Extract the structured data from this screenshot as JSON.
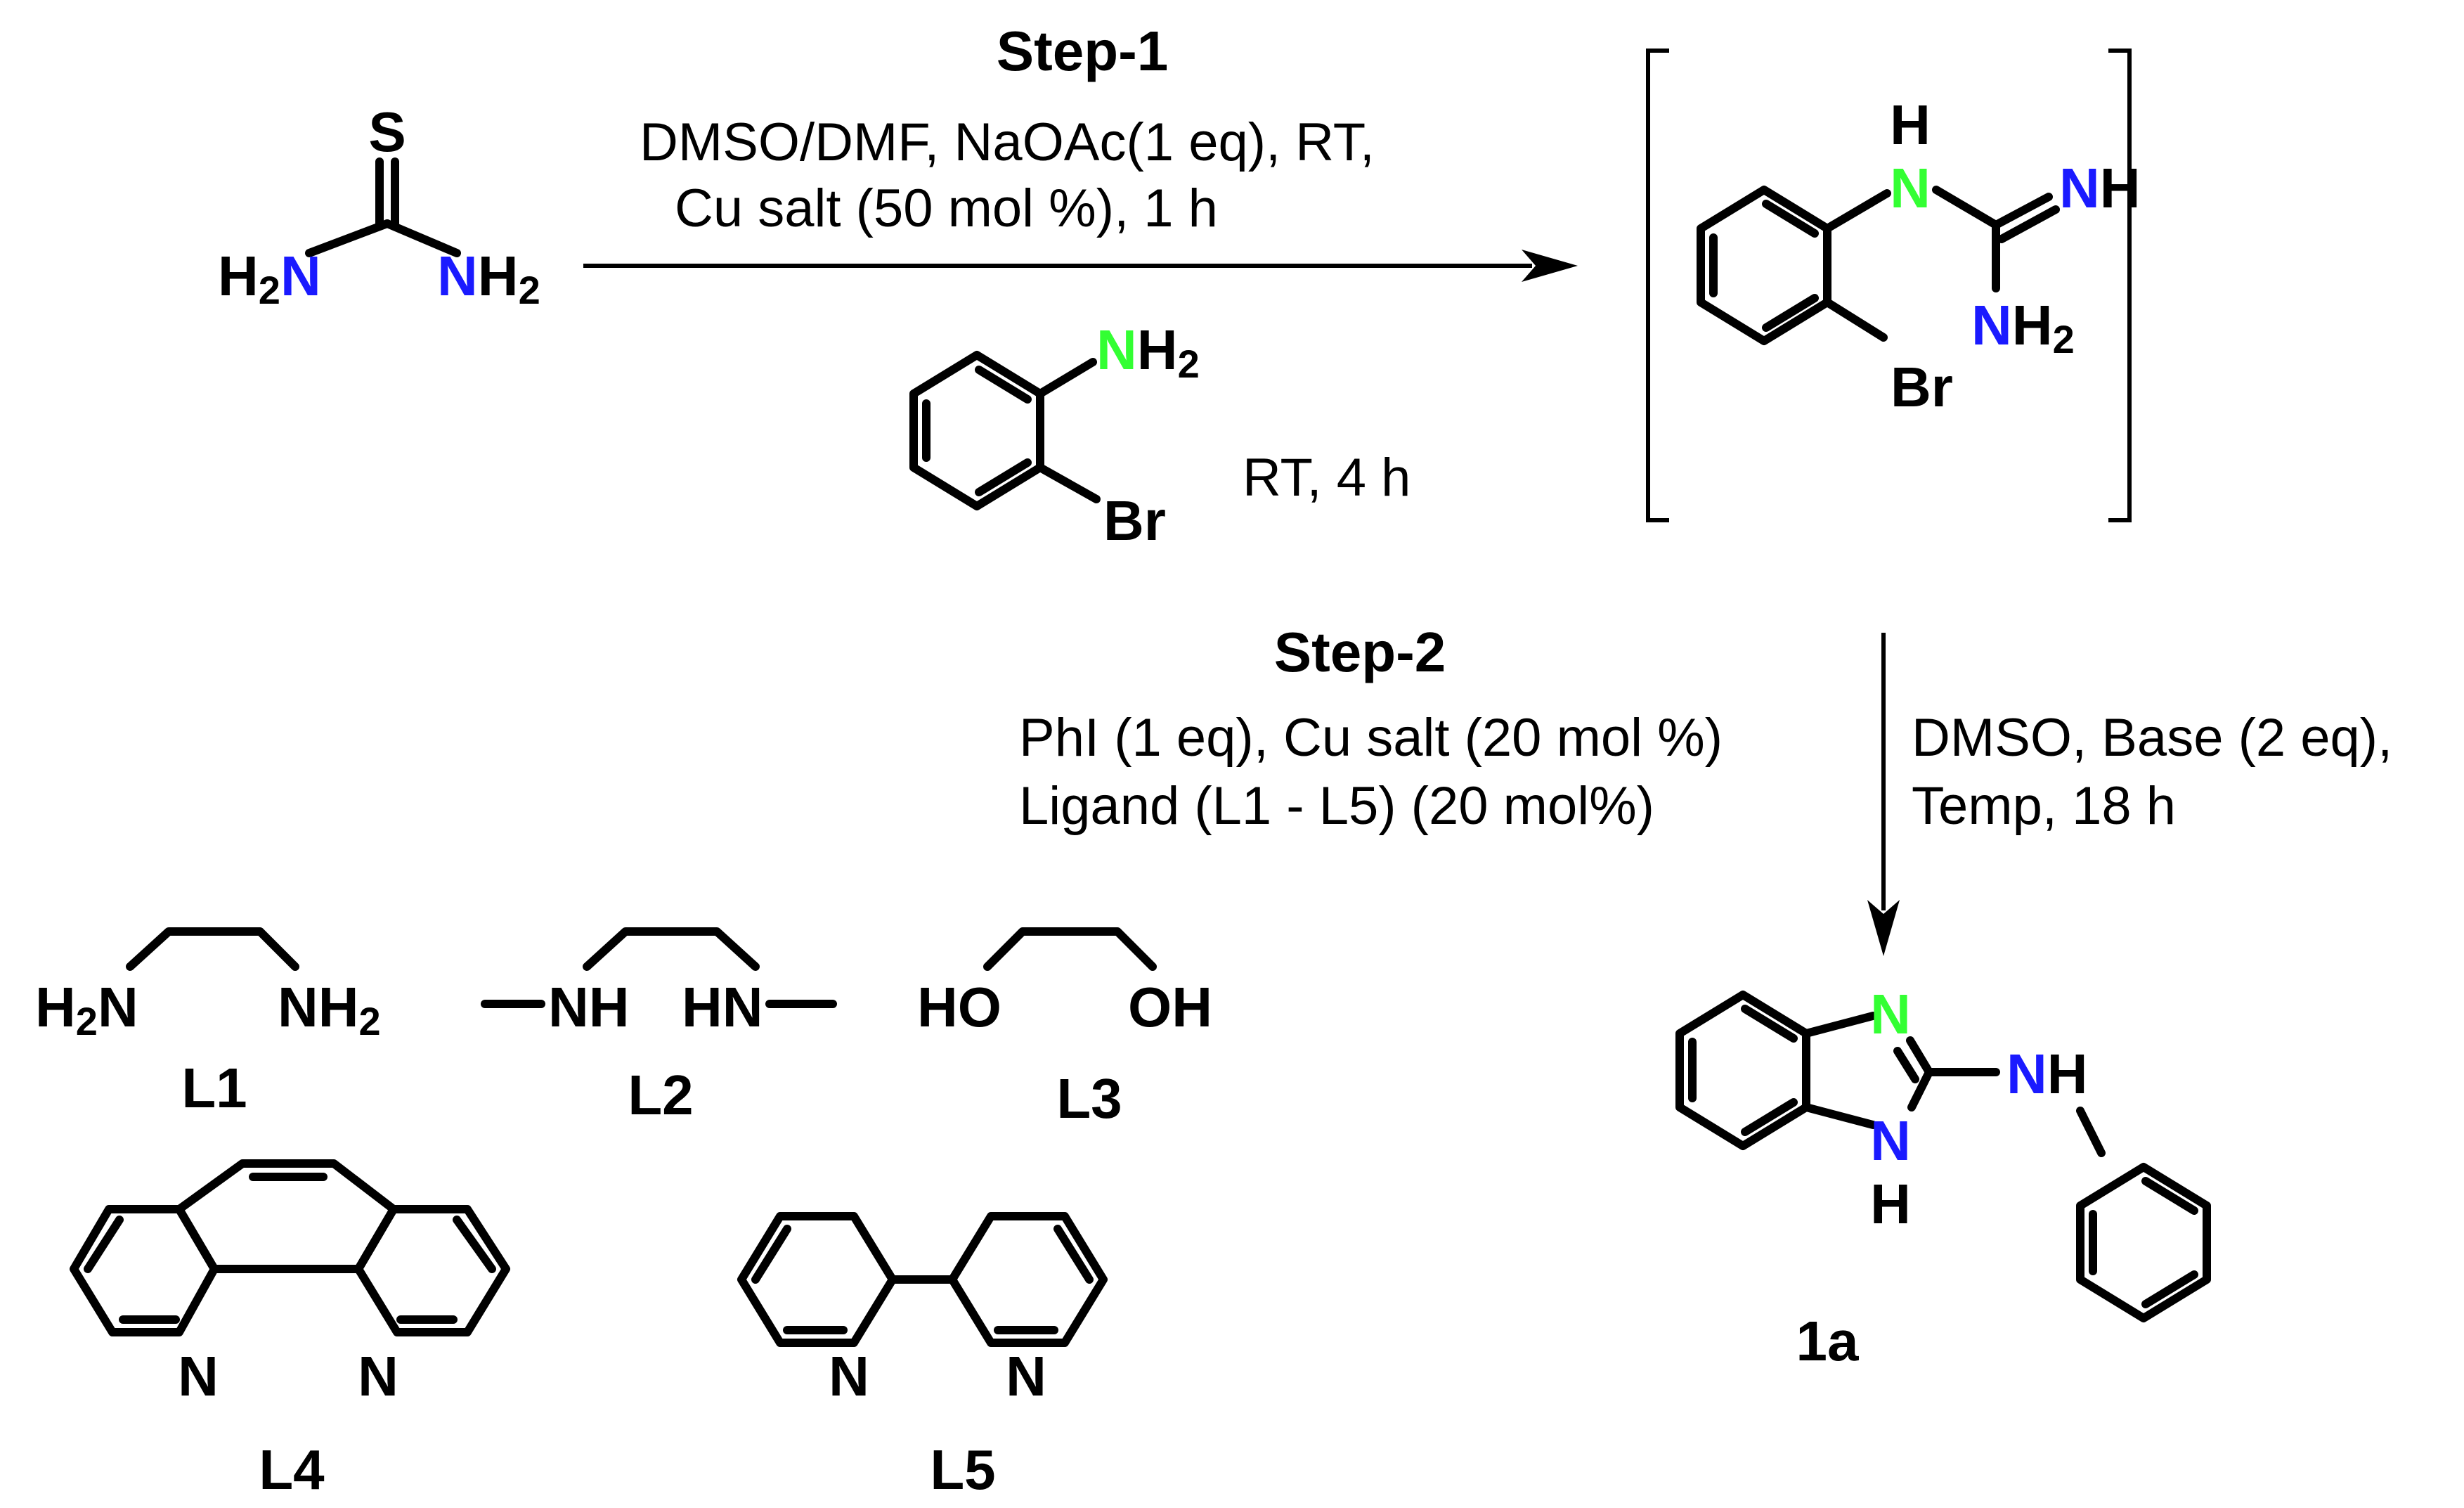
{
  "colors": {
    "blue_nitrogen": "#1a1aff",
    "green_nitrogen": "#33ff33",
    "bonds": "#000000"
  },
  "step1": {
    "title": "Step-1",
    "cond1": "DMSO/DMF, NaOAc(1 eq), RT,",
    "cond2": "Cu salt (50 mol %), 1 h",
    "cond3": "RT, 4 h"
  },
  "step2": {
    "title": "Step-2",
    "left1": "PhI (1 eq), Cu salt  (20 mol %)",
    "left2": "Ligand (L1 - L5) (20 mol%)",
    "right1": "DMSO, Base (2 eq),",
    "right2": "Temp, 18 h"
  },
  "atoms": {
    "S": "S",
    "H": "H",
    "N": "N",
    "2": "2",
    "Br": "Br",
    "NH": "NH",
    "HN": "HN",
    "HO": "HO",
    "OH": "OH"
  },
  "labels": {
    "L1": "L1",
    "L2": "L2",
    "L3": "L3",
    "L4": "L4",
    "L5": "L5",
    "product": "1a"
  }
}
